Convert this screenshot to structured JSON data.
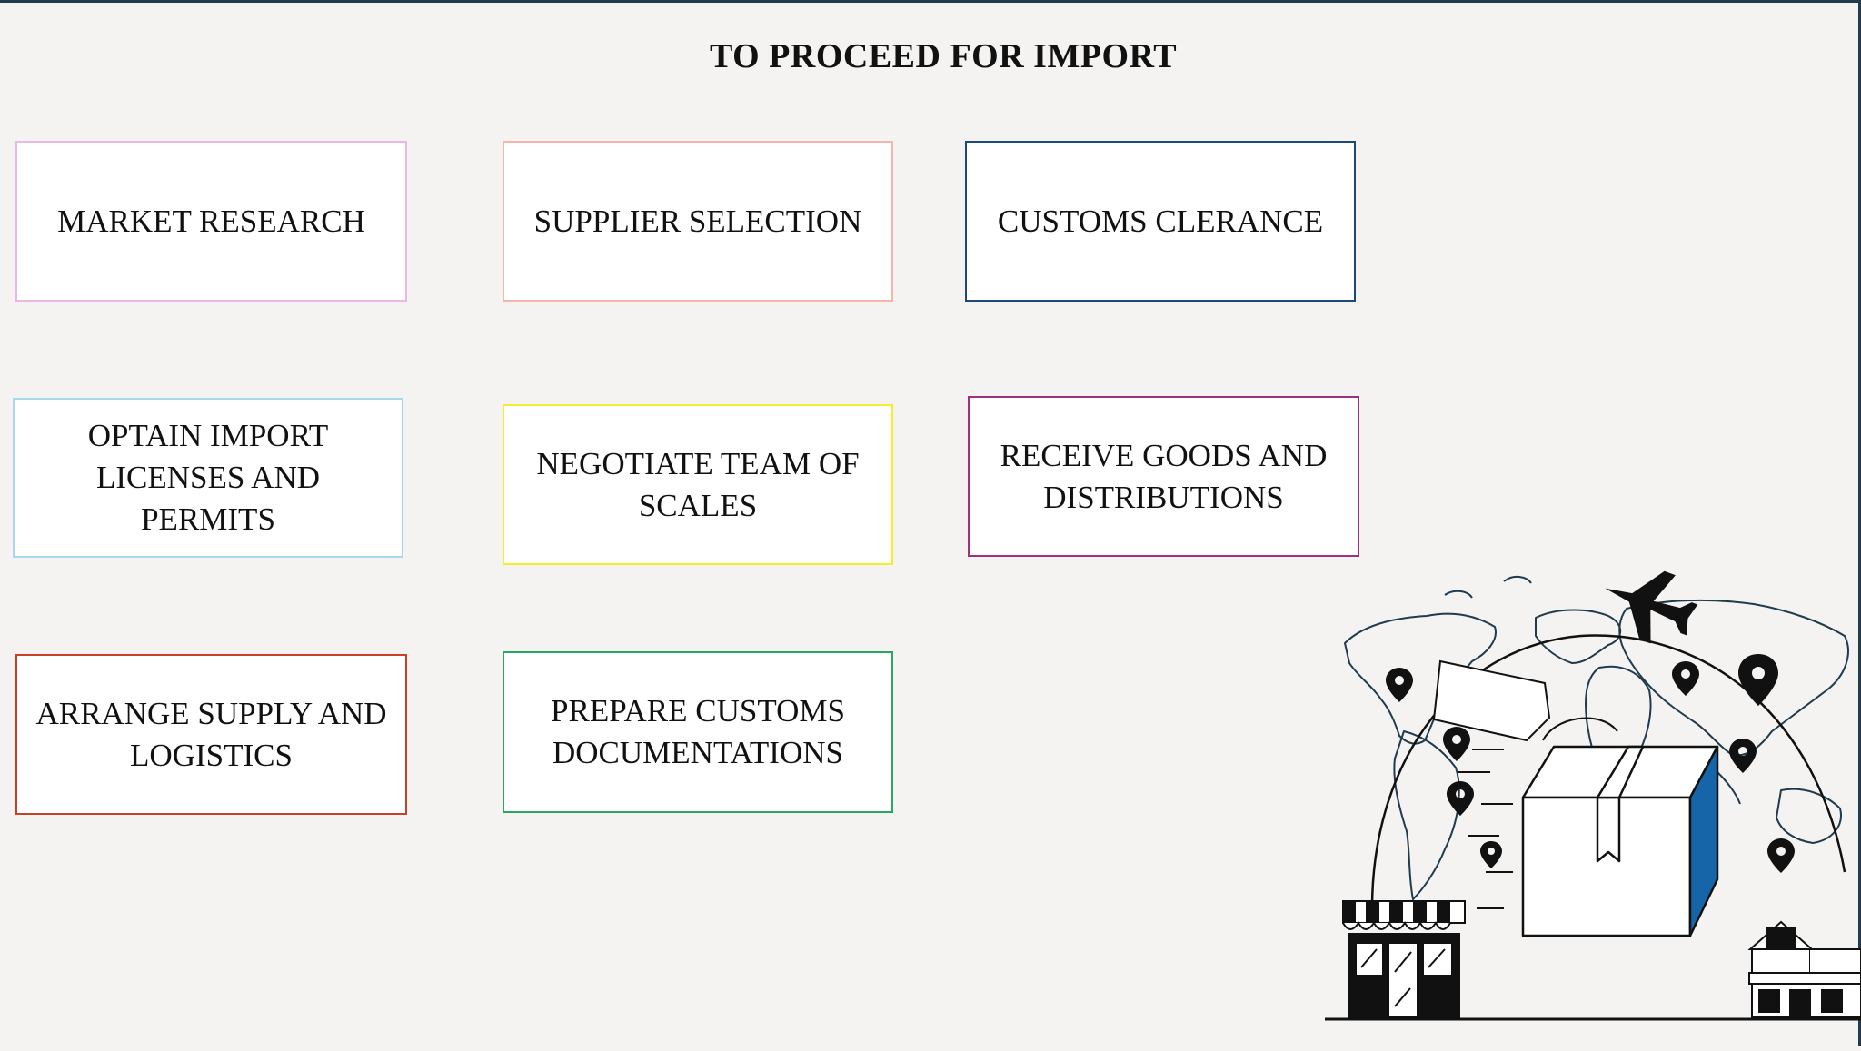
{
  "title": "TO PROCEED FOR IMPORT",
  "steps": [
    {
      "label": "MARKET RESEARCH",
      "color": "#e8b8e6"
    },
    {
      "label": "SUPPLIER SELECTION",
      "color": "#f2b7a8"
    },
    {
      "label": "CUSTOMS CLERANCE",
      "color": "#1c4a76"
    },
    {
      "label": "OPTAIN IMPORT LICENSES AND PERMITS",
      "color": "#a9d8e8"
    },
    {
      "label": "NEGOTIATE TEAM OF SCALES",
      "color": "#f4ef2a"
    },
    {
      "label": "RECEIVE GOODS AND DISTRIBUTIONS",
      "color": "#a0307e"
    },
    {
      "label": "ARRANGE SUPPLY AND LOGISTICS",
      "color": "#c8412a"
    },
    {
      "label": "PREPARE CUSTOMS DOCUMENTATIONS",
      "color": "#26a860"
    }
  ],
  "illustration": {
    "icons": [
      "airplane-icon",
      "world-map-icon",
      "package-box-icon",
      "location-pin-icon",
      "shop-icon",
      "house-icon"
    ],
    "accent": "#1565a8"
  }
}
